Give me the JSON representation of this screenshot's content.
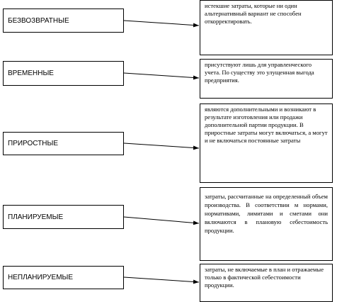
{
  "categories": [
    {
      "label": "БЕЗВОЗВРАТНЫЕ",
      "description": "истекшие затраты, которые ни один альтернативный вариант не способен откорректировать."
    },
    {
      "label": "ВРЕМЕННЫЕ",
      "description": "присутствуют лишь для управленческого учета. По существу это улущенная выгода предприятия."
    },
    {
      "label": "ПРИРОСТНЫЕ",
      "description": "являются дополнительными и возникают в результате изготовления или продажи дополнительной партии продукции. В приростные затраты могут включаться, а могут и не включаться постоянные затраты"
    },
    {
      "label": "ПЛАНИРУЕМЫЕ",
      "description": "затраты, рассчитанные на определенный объем производства. В соответствии м нормами, нормативами, лимитами и сметами они включаются в плановую себестоимость продукции."
    },
    {
      "label": "НЕПЛАНИРУЕМЫЕ",
      "description": "затраты, не включаемые в план и отражаемые только в фактической себестоимости продукции."
    }
  ]
}
